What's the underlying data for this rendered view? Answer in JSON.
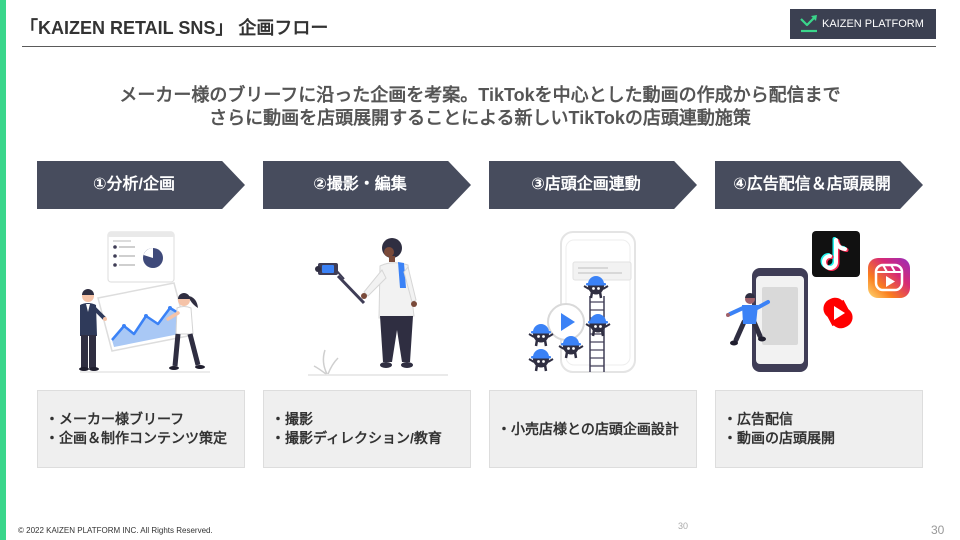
{
  "header": {
    "title": "「KAIZEN RETAIL SNS」 企画フロー",
    "logo": {
      "text": "KAIZEN PLATFORM",
      "icon": "kaizen-growth-arrow-icon"
    }
  },
  "lead": {
    "line1": "メーカー様のブリーフに沿った企画を考案。TikTokを中心とした動画の作成から配信まで",
    "line2": "さらに動画を店頭展開することによる新しいTikTokの店頭連動施策"
  },
  "steps": [
    {
      "label": "①分析/企画",
      "icon": "analysis-presentation-icon",
      "bullets": [
        "・メーカー様ブリーフ",
        "・企画＆制作コンテンツ策定"
      ]
    },
    {
      "label": "②撮影・編集",
      "icon": "gimbal-video-shooting-icon",
      "bullets": [
        "・撮影",
        "・撮影ディレクション/教育"
      ]
    },
    {
      "label": "③店頭企画連動",
      "icon": "in-store-video-campaign-icon",
      "bullets": [
        "・小売店様との店頭企画設計"
      ]
    },
    {
      "label": "④広告配信＆店頭展開",
      "icon": "social-ad-distribution-icon",
      "platform_icons": [
        "tiktok-icon",
        "instagram-reels-icon",
        "youtube-shorts-icon"
      ],
      "bullets": [
        "・広告配信",
        "・動画の店頭展開"
      ]
    }
  ],
  "footer": {
    "copyright": "© 2022 KAIZEN PLATFORM INC. All Rights Reserved.",
    "page_number_center": "30",
    "page_number": "30"
  },
  "colors": {
    "accent_green": "#3ad68b",
    "chevron": "#474c5d",
    "logo_bg": "#3b4051",
    "box_bg": "#efefef",
    "illustration_blue": "#3b82f6",
    "title_text": "#333333",
    "lead_text": "#555555"
  }
}
